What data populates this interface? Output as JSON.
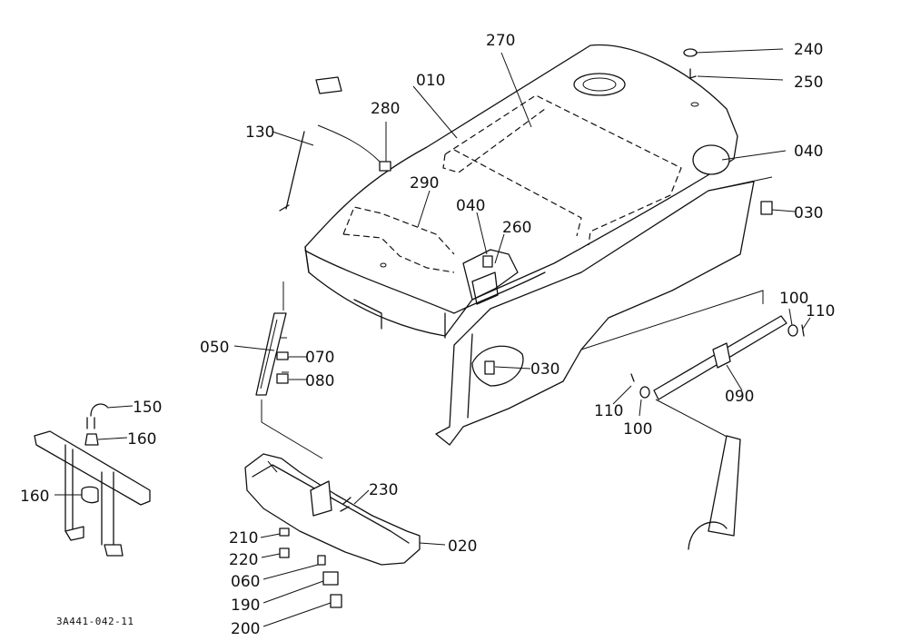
{
  "callouts": {
    "p010": "010",
    "p270": "270",
    "p240": "240",
    "p250": "250",
    "p130": "130",
    "p280": "280",
    "p290": "290",
    "p040a": "040",
    "p040b": "040",
    "p260": "260",
    "p030a": "030",
    "p030b": "030",
    "p100a": "100",
    "p110a": "110",
    "p050": "050",
    "p070": "070",
    "p080": "080",
    "p090": "090",
    "p110b": "110",
    "p100b": "100",
    "p150": "150",
    "p160a": "160",
    "p160b": "160",
    "p230": "230",
    "p020": "020",
    "p210": "210",
    "p220": "220",
    "p060": "060",
    "p190": "190",
    "p200": "200"
  },
  "reference_code": "3A441-042-11"
}
